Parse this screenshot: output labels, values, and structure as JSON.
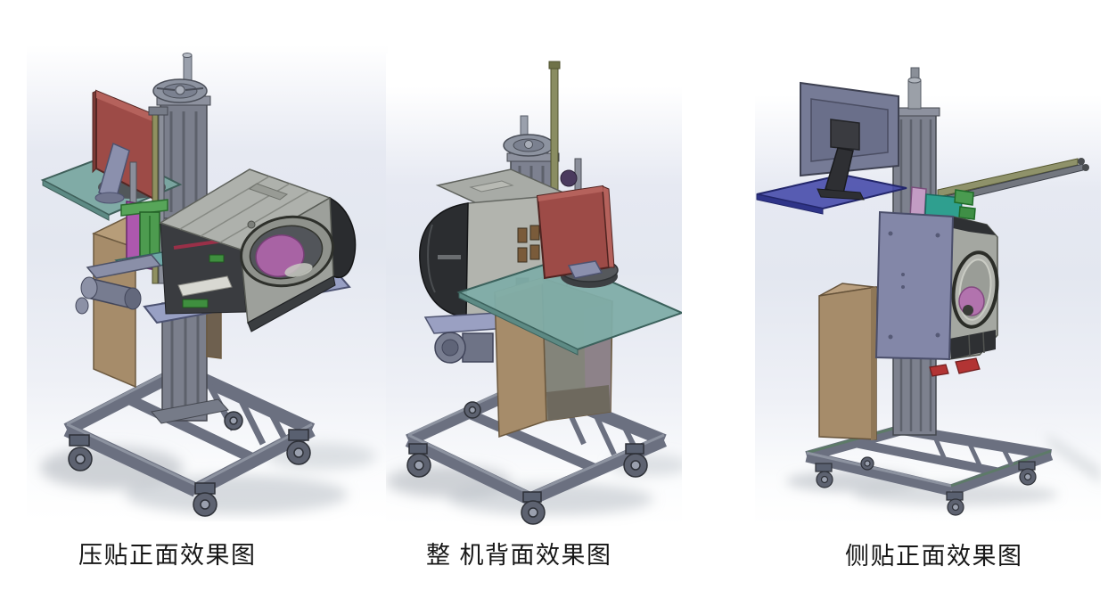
{
  "page": {
    "background_color": "#ffffff",
    "description": "Three CAD renders of a mobile labeling machine on a caster cart"
  },
  "figures": [
    {
      "name": "press-front-view-render",
      "caption": "压贴正面效果图"
    },
    {
      "name": "whole-machine-back-view-render",
      "caption": "整 机背面效果图"
    },
    {
      "name": "side-apply-front-view-render",
      "caption": "侧贴正面效果图"
    }
  ],
  "palette": {
    "viewport_gradient_mid": "#e3e7f0",
    "printer_gray": "#9da09b",
    "printer_dark_cap": "#2a2c2f",
    "column_gray": "#7d818e",
    "frame_slate": "#6b7080",
    "monitor_red": "#9d4b47",
    "monitor_slate": "#767b96",
    "table_teal": "#7aa8a1",
    "plate_blue": "#4348a8",
    "plate_lavender": "#9aa0c2",
    "box_brown": "#a68c6a",
    "label_roll_magenta": "#a863a4",
    "actuator_green": "#4d9b4f",
    "rail_olive": "#8f926a",
    "caption_color": "#161616"
  }
}
